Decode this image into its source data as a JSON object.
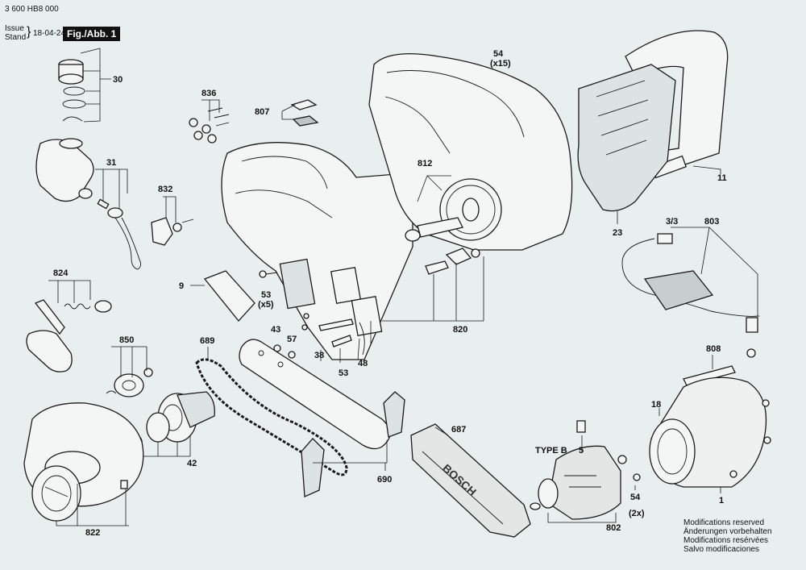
{
  "header": {
    "doc_number": "3 600 HB8 000",
    "issue_label": "Issue",
    "stand_label": "Stand",
    "issue_date": "18-04-24",
    "figure_label": "Fig./Abb. 1"
  },
  "labels": {
    "p30": "30",
    "p31": "31",
    "p836": "836",
    "p807": "807",
    "p832": "832",
    "p824": "824",
    "p850": "850",
    "p822": "822",
    "p42": "42",
    "p9": "9",
    "p53a": "53",
    "p53a_qty": "(x5)",
    "p43": "43",
    "p57": "57",
    "p38": "38",
    "p53b": "53",
    "p48": "48",
    "p689": "689",
    "p690": "690",
    "p687": "687",
    "p812": "812",
    "p820": "820",
    "p54a": "54",
    "p54a_qty": "(x15)",
    "p11": "11",
    "p23": "23",
    "p33": "3/3",
    "p803": "803",
    "p808": "808",
    "p18": "18",
    "p1": "1",
    "p5": "5",
    "p54b": "54",
    "p54b_qty": "(2x)",
    "p802": "802",
    "type_b": "TYPE B"
  },
  "cover_brand": "BOSCH",
  "modifications": [
    "Modifications reserved",
    "Änderungen vorbehalten",
    "Modifications resérvées",
    "Salvo modificaciones"
  ]
}
